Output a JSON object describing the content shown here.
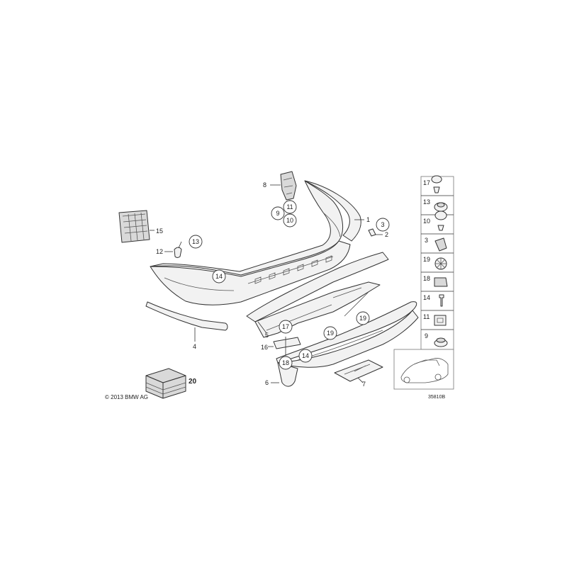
{
  "copyright": "© 2013 BMW AG",
  "diagram_id": "35810B",
  "labels": {
    "l1": "1",
    "l2": "2",
    "l3": "3",
    "l4": "4",
    "l5": "5",
    "l6": "6",
    "l7": "7",
    "l8": "8",
    "l9": "9",
    "l10": "10",
    "l11": "11",
    "l12": "12",
    "l13": "13",
    "l14a": "14",
    "l14b": "14",
    "l15": "15",
    "l16": "16",
    "l17": "17",
    "l18": "18",
    "l19a": "19",
    "l19b": "19",
    "l20": "20"
  },
  "side_panel": [
    "17",
    "13",
    "10",
    "3",
    "19",
    "18",
    "14",
    "11",
    "9"
  ]
}
